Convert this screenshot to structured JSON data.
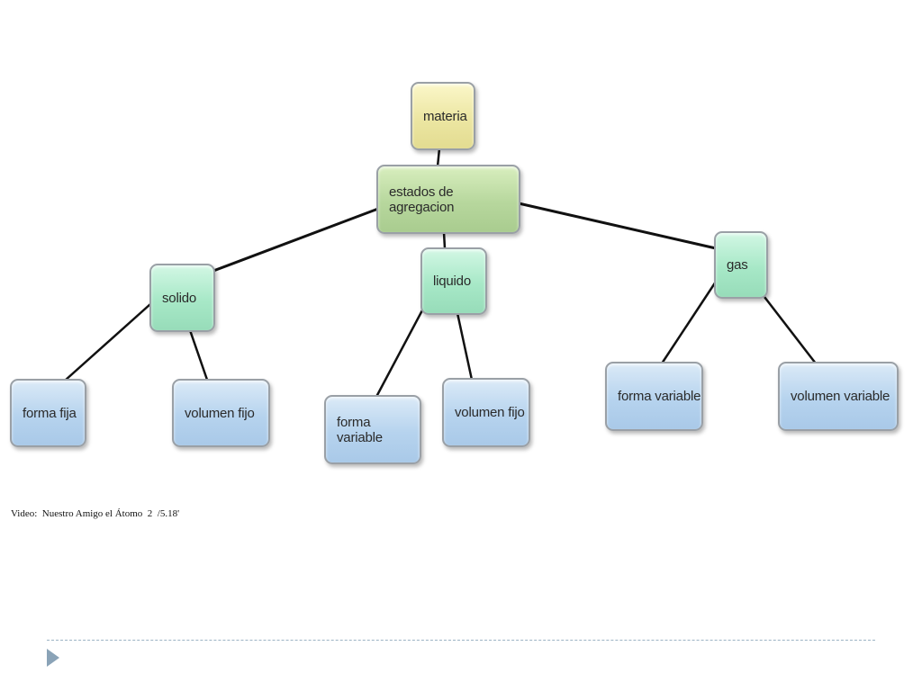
{
  "diagram": {
    "nodes": {
      "materia": "materia",
      "estados": "estados de agregacion",
      "solido": "solido",
      "liquido": "liquido",
      "gas": "gas",
      "solido_forma": "forma fija",
      "solido_volumen": "volumen fijo",
      "liquido_forma": "forma variable",
      "liquido_volumen": "volumen fijo",
      "gas_forma": "forma variable",
      "gas_volumen": "volumen variable"
    }
  },
  "caption": "Video:  Nuestro Amigo el Átomo  2  /5.18'",
  "colors": {
    "root": "#ece6a2",
    "level1": "#b7d79d",
    "level2": "#a7e8c7",
    "leaf": "#b6d3ee",
    "connector": "#111111",
    "divider": "#9cb3c4"
  }
}
